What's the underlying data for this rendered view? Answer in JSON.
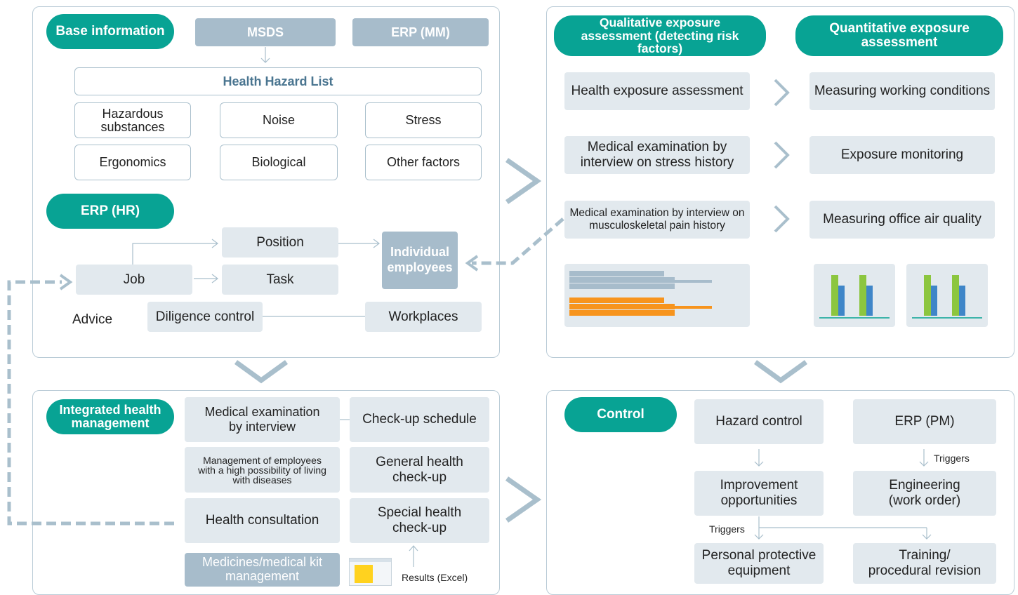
{
  "base_info": {
    "title": "Base information",
    "msds": "MSDS",
    "erp_mm": "ERP (MM)",
    "hazard_list": "Health Hazard List",
    "hazards": [
      "Hazardous substances",
      "Noise",
      "Stress",
      "Ergonomics",
      "Biological",
      "Other factors"
    ],
    "erp_hr": "ERP (HR)",
    "position": "Position",
    "job": "Job",
    "task": "Task",
    "individual_employees": "Individual employees",
    "advice": "Advice",
    "diligence_control": "Diligence control",
    "workplaces": "Workplaces"
  },
  "assessment": {
    "qualitative_title": "Qualitative exposure assessment (detecting risk factors)",
    "quantitative_title": "Quantitative exposure assessment",
    "qualitative_items": [
      "Health exposure assessment",
      "Medical examination by interview on stress history",
      "Medical examination by interview on musculoskeletal pain history"
    ],
    "quantitative_items": [
      "Measuring working conditions",
      "Exposure monitoring",
      "Measuring office air quality"
    ]
  },
  "health_mgmt": {
    "title": "Integrated health management",
    "exam_by_interview": "Medical examination by interview",
    "checkup_schedule": "Check-up schedule",
    "high_possibility": "Management of employees with a high possibility of living with diseases",
    "general_checkup": "General health check-up",
    "consultation": "Health consultation",
    "special_checkup": "Special health check-up",
    "medicines": "Medicines/medical kit management",
    "results": "Results (Excel)"
  },
  "control": {
    "title": "Control",
    "hazard_control": "Hazard control",
    "erp_pm": "ERP (PM)",
    "triggers_right": "Triggers",
    "improvement": "Improvement opportunities",
    "engineering": "Engineering (work order)",
    "triggers_left": "Triggers",
    "ppe": "Personal protective equipment",
    "training": "Training/ procedural revision"
  },
  "colors": {
    "teal": "#08a394",
    "grey_box": "#a7bccb",
    "light_box": "#e2e9ee",
    "arrow": "#a9bfcc",
    "green_bar": "#8cc63f",
    "blue_bar": "#3f86c8",
    "orange_bar": "#f7941d"
  }
}
